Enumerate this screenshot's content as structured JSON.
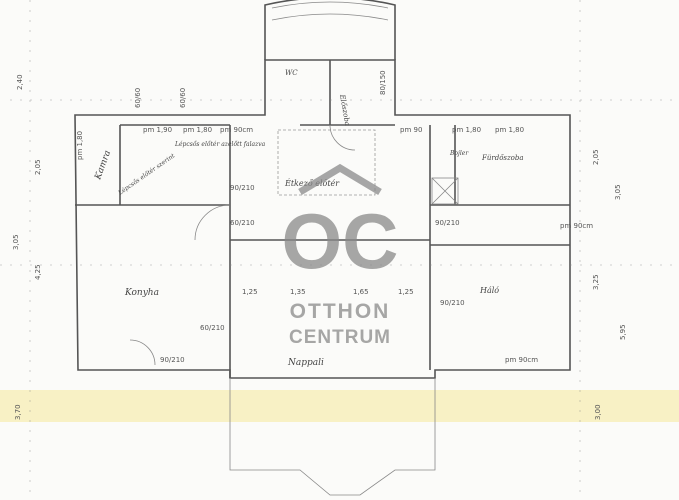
{
  "rooms": {
    "kamra": "Kamra",
    "lepcso_note1": "Lépcsős előtér szerint",
    "lepcso_note2": "Lépcsős előtér azelőtt falazva",
    "etkezo": "Étkező előtér",
    "furdo": "Fürdőszoba",
    "boiler": "Bojler",
    "eloszoba": "Előszoba",
    "wc": "WC",
    "konyha": "Konyha",
    "nappali": "Nappali",
    "halo": "Háló"
  },
  "dimensions": {
    "pm190": "pm 1,90",
    "pm180a": "pm 1,80",
    "pm180b": "pm 1,80",
    "pm180c": "pm 1,80",
    "pm90a": "pm 90cm",
    "pm90b": "pm 90",
    "pm90c": "pm 90cm",
    "pm90d": "pm 90cm",
    "door1": "90/210",
    "door2": "60/210",
    "door3": "90/210",
    "door4": "90/210",
    "door5": "60/210",
    "door6": "90/210",
    "w1": "1,25",
    "w2": "1,35",
    "w3": "1,65",
    "w4": "1,25",
    "left1": "2,40",
    "left2": "2,05",
    "left3": "3,05",
    "left4": "4,25",
    "left5": "3,70",
    "right1": "2,05",
    "right2": "3,05",
    "right3": "3,25",
    "right4": "5,95",
    "right5": "3,00",
    "top1": "60/60",
    "top2": "60/60",
    "top3": "80/150"
  },
  "watermark": {
    "logo": "OC",
    "line1": "OTTHON",
    "line2": "CENTRUM"
  },
  "colors": {
    "highlight": "#f7efb8",
    "watermark": "#8a8a8a"
  }
}
